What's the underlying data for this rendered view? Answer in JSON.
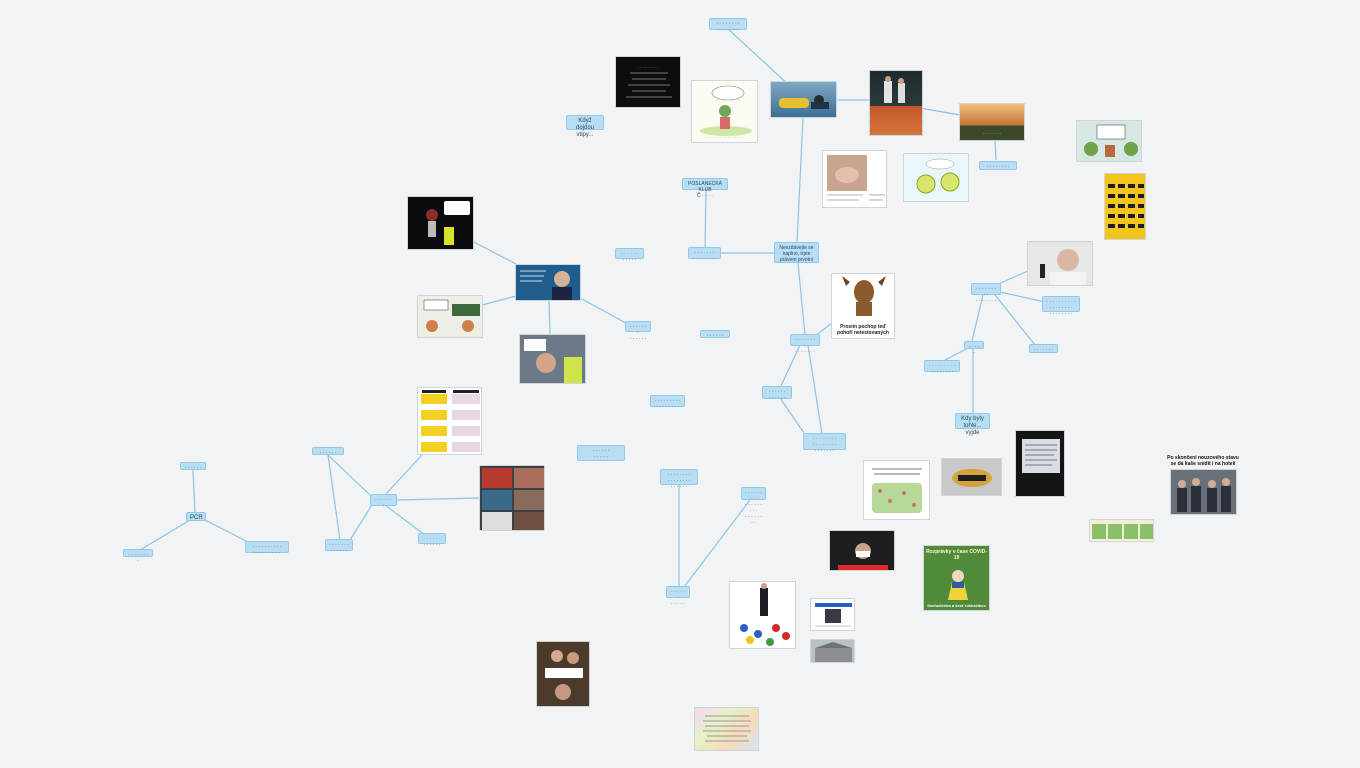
{
  "board": {
    "nodes": [
      {
        "id": "n_top",
        "text": "· · · · · · · ·\n· · · · · · ·"
      },
      {
        "id": "n_kdyz",
        "text": "Když dojdou\nvtipy..."
      },
      {
        "id": "n_pos",
        "text": "POSLANECKÁ KLUB\nČ · · · ·"
      },
      {
        "id": "n_mid_l",
        "text": "· · · · · · ·\n· · · · · · · ·"
      },
      {
        "id": "n_center",
        "text": "Nevzdávejte se\nnaplno, trpte\nprávem prvotní"
      },
      {
        "id": "n_small1",
        "text": "· · · · · ·\n· · · · ·"
      },
      {
        "id": "n_small2",
        "text": "· · · · · · ·\n· · · · · ·"
      },
      {
        "id": "n_dash",
        "text": "· · · · · ·"
      },
      {
        "id": "n_center2",
        "text": "· · · · · · · ·\n· · · · · · ·"
      },
      {
        "id": "n_mid",
        "text": "· · · · · · · · ·\n· · · · · · · ·"
      },
      {
        "id": "n_mid2",
        "text": "· · · · · ·\n· · · · · ·"
      },
      {
        "id": "n_low",
        "text": "· · · · · · · ·\n· · · · · · · ·\n· · · · · · ·"
      },
      {
        "id": "n_rtop",
        "text": "· · · · · · · · ·\n· · · · · · ·"
      },
      {
        "id": "n_rtop2",
        "text": "· · · · · · · · · ·\n· · · · · · · ·\n· · · · · · · ·"
      },
      {
        "id": "n_dose",
        "text": "· · · · ·"
      },
      {
        "id": "n_r_left",
        "text": "· · · · · · · · ·\n· · · · · · · ·"
      },
      {
        "id": "n_r_right",
        "text": "· · · · · · ·"
      },
      {
        "id": "n_kdy",
        "text": "Kdy byly\ntohle... vyjde"
      },
      {
        "id": "n_sunset",
        "text": "· · · · · · · ·"
      },
      {
        "id": "n_left1",
        "text": "· · · · · ·"
      },
      {
        "id": "n_left2",
        "text": "· · · · · · · ·"
      },
      {
        "id": "n_pcr",
        "text": "PCR"
      },
      {
        "id": "n_left3",
        "text": "· · · · · ·"
      },
      {
        "id": "n_left4",
        "text": "· · · · · · · · · ·\n· · · · · · · · ·"
      },
      {
        "id": "n_cl1",
        "text": "· · · · · · ·"
      },
      {
        "id": "n_cl2",
        "text": "· · · · · · ·\n· · · · · ·"
      },
      {
        "id": "n_cl3",
        "text": "· · · · · ·\n· · · · · ·"
      },
      {
        "id": "n_cl4",
        "text": "· · · · · ·\n· · · · ·"
      },
      {
        "id": "n_cl5",
        "text": "· · · · · · · · · ·\n· · · · · · · · ·\n· · · · · · · ·"
      },
      {
        "id": "n_cl6",
        "text": "· · · · · · · ·\n· · · · · · · ·\n· · · · · ·"
      },
      {
        "id": "n_cl7",
        "text": "· · · · · ·\n· · · · ·"
      },
      {
        "id": "n_cl8",
        "text": "· · · · · · ·\n· · · · · · ·"
      }
    ],
    "images": {
      "dark_text": {
        "caption": "· · · · · · · · ·"
      },
      "cartoon_top": {
        "caption": "· · · · · · · · · · · · · ·"
      },
      "moose": {
        "caption": "Prosím pochop\nteď pohoří\nnetestovaných"
      },
      "virus": {
        "caption": "· · · · · · · · · ·"
      },
      "right_caption": {
        "caption": "Po skončení nouzového stavu\nse dá kaše snídit i na hoteli"
      },
      "snowwhite": {
        "top": "Rozprávky v čase COVID-19",
        "bottom": "Snehulienka a šesť rúškáčikov"
      },
      "rust": {
        "caption": "· · · · · · · · ·"
      },
      "jokers": {
        "caption": "· · · · · · · · ·"
      }
    },
    "colors": {
      "background": "#f1f3f5",
      "node_fill": "#b9def4",
      "node_border": "#94c8ea",
      "link": "#8cc4e6"
    }
  }
}
